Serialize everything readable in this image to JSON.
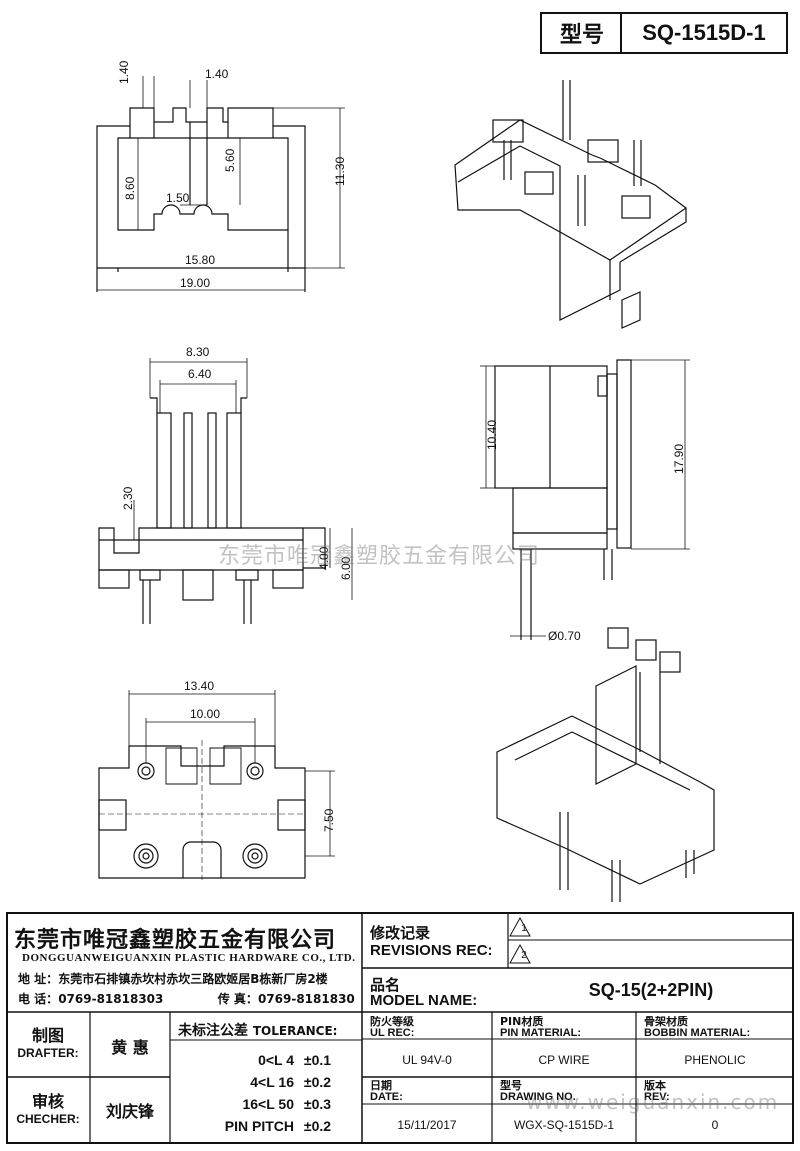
{
  "header": {
    "type_label": "型号",
    "part_no": "SQ-1515D-1"
  },
  "watermark": {
    "main": "东莞市唯冠鑫塑胶五金有限公司",
    "url": "www.weiguanxin.com"
  },
  "company": {
    "name_cn": "东莞市唯冠鑫塑胶五金有限公司",
    "name_en": "DONGGUANWEIGUANXIN PLASTIC HARDWARE CO., LTD.",
    "address_label": "地 址：",
    "address": "东莞市石排镇赤坎村赤坎三路欧姬居B栋新厂房2楼",
    "tel_label": "电 话：",
    "tel": "0769-81818303",
    "fax_label": "传 真：",
    "fax": "0769-8181830"
  },
  "revisions": {
    "label_cn": "修改记录",
    "label_en": "REVISIONS REC:",
    "marks": [
      "1",
      "2"
    ]
  },
  "model": {
    "label_cn": "品名",
    "label_en": "MODEL NAME:",
    "value": "SQ-15(2+2PIN)"
  },
  "people": {
    "drafter_cn": "制图",
    "drafter_en": "DRAFTER:",
    "drafter_name": "黄 惠",
    "checker_cn": "审核",
    "checker_en": "CHECHER:",
    "checker_name": "刘庆锋"
  },
  "tolerance": {
    "title_cn": "未标注公差",
    "title_en": "TOLERANCE:",
    "rows": [
      {
        "range": "0<L  4",
        "tol": "±0.1"
      },
      {
        "range": "4<L  16",
        "tol": "±0.2"
      },
      {
        "range": "16<L  50",
        "tol": "±0.3"
      },
      {
        "range": "PIN PITCH",
        "tol": "±0.2"
      }
    ]
  },
  "specs": {
    "ul_cn": "防火等级",
    "ul_en": "UL REC:",
    "ul_value": "UL 94V-0",
    "pin_cn": "PIN材质",
    "pin_en": "PIN MATERIAL:",
    "pin_value": "CP WIRE",
    "bobbin_cn": "骨架材质",
    "bobbin_en": "BOBBIN MATERIAL:",
    "bobbin_value": "PHENOLIC",
    "date_cn": "日期",
    "date_en": "DATE:",
    "date_value": "15/11/2017",
    "drawing_cn": "型号",
    "drawing_en": "DRAWING NO.",
    "drawing_value": "WGX-SQ-1515D-1",
    "rev_cn": "版本",
    "rev_en": "REV:",
    "rev_value": "0"
  },
  "dimensions": {
    "top": {
      "A": "1.40",
      "B": "1.40",
      "C": "8.60",
      "D": "5.60",
      "E": "1.50",
      "F": "11.30",
      "G": "15.80",
      "H": "19.00"
    },
    "side": {
      "I": "8.30",
      "J": "6.40",
      "K": "2.30",
      "L": "4.00",
      "M": "6.00"
    },
    "right": {
      "N": "10.40",
      "O": "17.90",
      "P": "Ø0.70"
    },
    "bottom": {
      "Q": "13.40",
      "R": "10.00",
      "S": "7.50"
    }
  }
}
